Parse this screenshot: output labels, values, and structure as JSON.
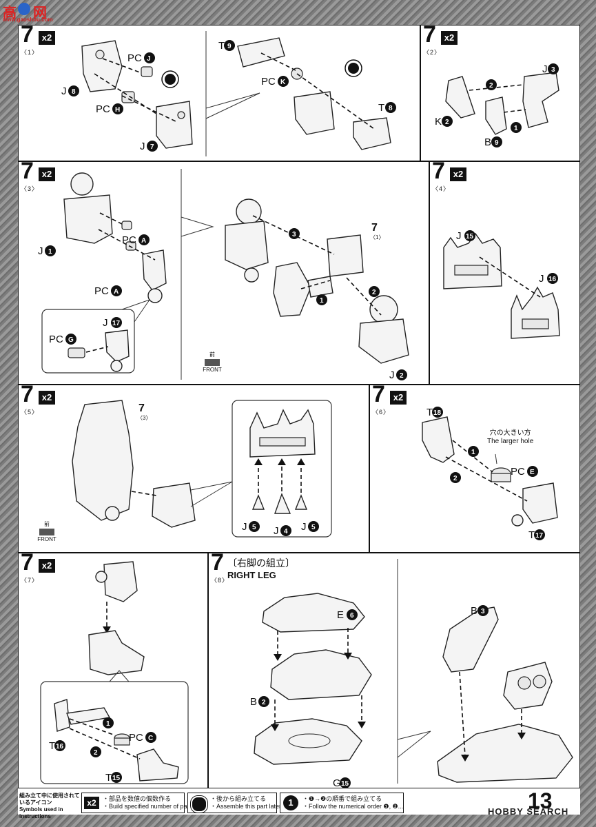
{
  "watermark": {
    "line1": "高",
    "line2": "网",
    "url": "www.gaoshou.com"
  },
  "page_number": "13",
  "brand_footer": "HOBBY SEARCH",
  "steps": [
    {
      "id": "1",
      "num": "7",
      "sub": "〈1〉",
      "mult": "x2"
    },
    {
      "id": "2",
      "num": "7",
      "sub": "〈2〉",
      "mult": "x2"
    },
    {
      "id": "3",
      "num": "7",
      "sub": "〈3〉",
      "mult": "x2"
    },
    {
      "id": "4",
      "num": "7",
      "sub": "〈4〉",
      "mult": "x2"
    },
    {
      "id": "5",
      "num": "7",
      "sub": "〈5〉",
      "mult": "x2"
    },
    {
      "id": "6",
      "num": "7",
      "sub": "〈6〉",
      "mult": "x2"
    },
    {
      "id": "7",
      "num": "7",
      "sub": "〈7〉",
      "mult": "x2"
    },
    {
      "id": "8",
      "num": "7",
      "sub": "〈8〉",
      "title_jp": "〔右脚の組立〕",
      "title_en": "RIGHT LEG"
    }
  ],
  "labels": {
    "pcJ": "PC",
    "pcJ_c": "J",
    "j8": "J",
    "j8_c": "8",
    "pcH": "PC",
    "pcH_c": "H",
    "j7": "J",
    "j7_c": "7",
    "t9": "T",
    "t9_c": "9",
    "pcK": "PC",
    "pcK_c": "K",
    "t8": "T",
    "t8_c": "8",
    "j3": "J",
    "j3_c": "3",
    "k2": "K",
    "k2_c": "2",
    "b9": "B",
    "b9_c": "9",
    "j1": "J",
    "j1_c": "1",
    "pcA1": "PC",
    "pcA1_c": "A",
    "pcA2": "PC",
    "pcA2_c": "A",
    "j17": "J",
    "j17_c": "17",
    "pcG": "PC",
    "pcG_c": "G",
    "ref7_1_num": "7",
    "ref7_1_sub": "〈1〉",
    "j2": "J",
    "j2_c": "2",
    "j15": "J",
    "j15_c": "15",
    "j16": "J",
    "j16_c": "16",
    "ref7_3_num": "7",
    "ref7_3_sub": "〈3〉",
    "j5a": "J",
    "j5a_c": "5",
    "j4": "J",
    "j4_c": "4",
    "j5b": "J",
    "j5b_c": "5",
    "t18": "T",
    "t18_c": "18",
    "hole_jp": "穴の大きい方",
    "hole_en": "The larger hole",
    "pcE": "PC",
    "pcE_c": "E",
    "t17": "T",
    "t17_c": "17",
    "t16": "T",
    "t16_c": "16",
    "pcC": "PC",
    "pcC_c": "C",
    "t15": "T",
    "t15_c": "15",
    "e6": "E",
    "e6_c": "6",
    "b2": "B",
    "b2_c": "2",
    "g15": "G",
    "g15_c": "15",
    "b3": "B",
    "b3_c": "3",
    "front_jp": "前",
    "front_en": "FRONT",
    "step_1": "1",
    "step_2": "2",
    "step_3": "3"
  },
  "footer": {
    "icons_jp": "組み立て中に使用されているアイコン",
    "icons_en": "Symbols used in instructions",
    "mult_icon": "x2",
    "mult_jp": "・部品を数値の個数作る",
    "mult_en": "・Build specified number of parts.",
    "later_jp": "・後から組み立てる",
    "later_en": "・Assemble this part later.",
    "order_icon": "1",
    "order_jp": "・❶→❷の順番で組み立てる",
    "order_en": "・Follow the numerical order ❶, ❷..."
  }
}
